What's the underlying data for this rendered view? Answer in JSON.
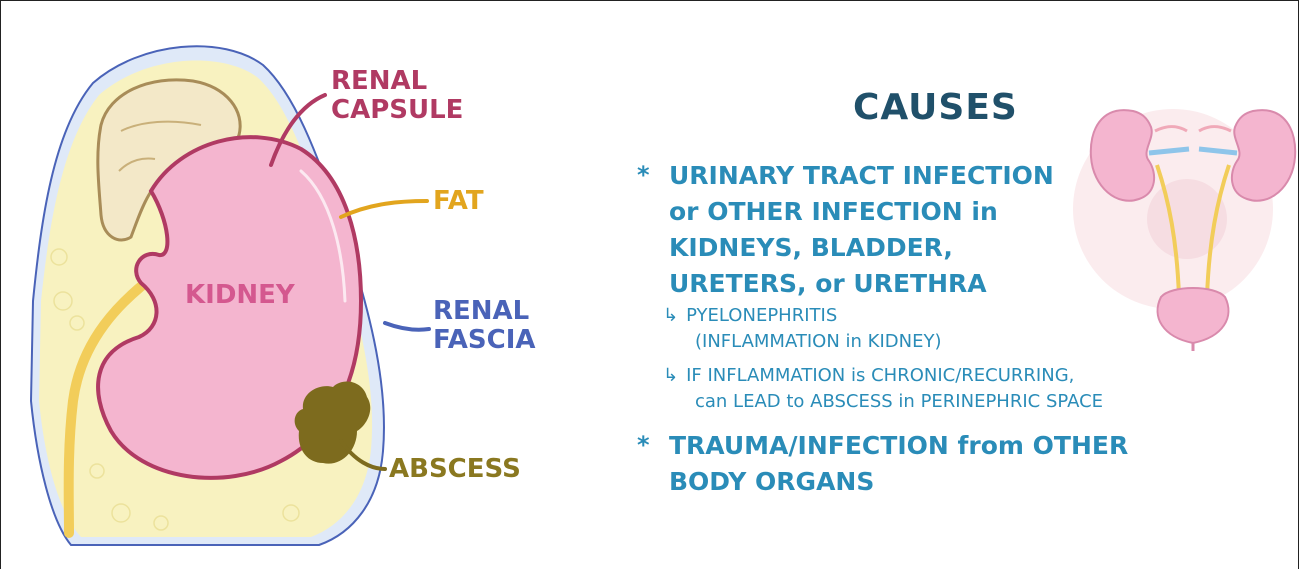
{
  "labels": {
    "renal_capsule": [
      "RENAL",
      "CAPSULE"
    ],
    "fat": "FAT",
    "renal_fascia": [
      "RENAL",
      "FASCIA"
    ],
    "abscess": "ABSCESS",
    "kidney": "KIDNEY"
  },
  "causes": {
    "title": "CAUSES",
    "bullet_glyph": "*",
    "items": [
      {
        "lines": [
          "URINARY TRACT INFECTION",
          "or OTHER INFECTION in",
          "KIDNEYS, BLADDER,",
          "URETERS, or URETHRA"
        ],
        "sub_points": [
          {
            "arrow": "↳",
            "lines": [
              "PYELONEPHRITIS",
              "(INFLAMMATION in KIDNEY)"
            ]
          },
          {
            "arrow": "↳",
            "lines": [
              "IF INFLAMMATION is CHRONIC/RECURRING,",
              "can LEAD to ABSCESS in PERINEPHRIC SPACE"
            ]
          }
        ]
      },
      {
        "lines": [
          "TRAUMA/INFECTION from OTHER",
          "BODY ORGANS"
        ],
        "sub_points": []
      }
    ]
  },
  "colors": {
    "kidney_fill": "#f4b5cf",
    "kidney_outline": "#b03a63",
    "capsule": "#b03a63",
    "fat_fill": "#f8f2c0",
    "fat_leader": "#e2a51e",
    "fascia": "#4a63b8",
    "fascia_fill": "#dfe9f8",
    "adrenal_fill": "#f3e8c8",
    "adrenal_outline": "#a88c58",
    "abscess": "#7d6b1e",
    "ureter": "#f2cd5a",
    "causes_title": "#20506a",
    "causes_text": "#2a8cb8"
  },
  "icons": [
    "urinary-system-icon"
  ]
}
